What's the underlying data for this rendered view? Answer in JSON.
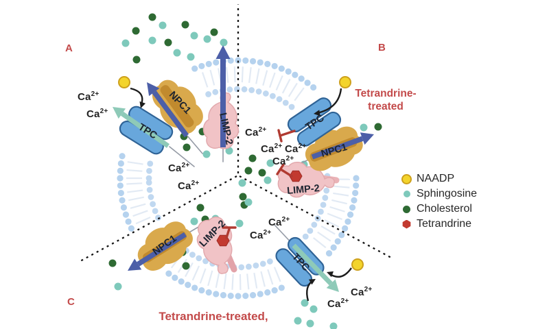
{
  "figure": {
    "panels": {
      "a": {
        "label": "A"
      },
      "b": {
        "label": "B",
        "note_line1": "Tetrandrine-",
        "note_line2": "treated"
      },
      "c": {
        "label": "C",
        "caption": "Tetrandrine-treated,"
      }
    }
  },
  "proteins": {
    "tpc": "TPC",
    "npc1": "NPC1",
    "limp2": "LIMP-2"
  },
  "ion": {
    "symbol": "Ca",
    "charge": "2+"
  },
  "legend": {
    "items": [
      {
        "label": "NAADP",
        "color": "#f3d42c",
        "shape": "circle"
      },
      {
        "label": "Sphingosine",
        "color": "#7ec9bb",
        "shape": "circle"
      },
      {
        "label": "Cholesterol",
        "color": "#2e6a33",
        "shape": "circle"
      },
      {
        "label": "Tetrandrine",
        "color": "#c23a30",
        "shape": "hexagon"
      }
    ]
  },
  "colors": {
    "membrane_head": "#b5d2ee",
    "transport_arrow": "#4c5fa8",
    "calcium_arrow": "#8ecab8",
    "inhibition": "#b03a31",
    "annotation_red": "#c34a4a",
    "dashed_divider": "#141414"
  }
}
